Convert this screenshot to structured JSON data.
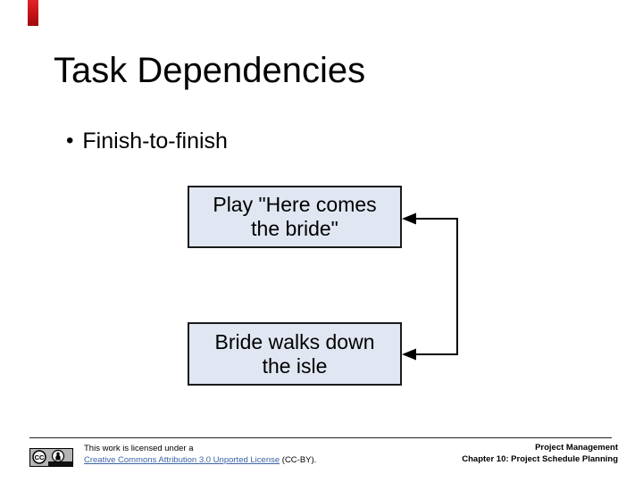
{
  "slide": {
    "title": "Task Dependencies",
    "bullet_glyph": "•",
    "bullet": "Finish-to-finish",
    "accent_color": "#c01015"
  },
  "diagram": {
    "box1": {
      "line1": "Play \"Here comes",
      "line2": "the bride\""
    },
    "box2": {
      "line1": "Bride walks down",
      "line2": "the isle"
    },
    "box_fill": "#e0e7f2",
    "box_border": "#1b1b1b",
    "connector_color": "#000000",
    "dependency_type": "finish-to-finish"
  },
  "footer": {
    "license_prefix": "This work is licensed under a",
    "license_link": "Creative Commons Attribution 3.0 Unported License",
    "license_suffix": " (CC-BY).",
    "badge_label": "CC BY",
    "badge_cc_text": "CC",
    "link_color": "#3c64a4",
    "right_line1": "Project Management",
    "right_line2": "Chapter 10: Project Schedule Planning"
  }
}
